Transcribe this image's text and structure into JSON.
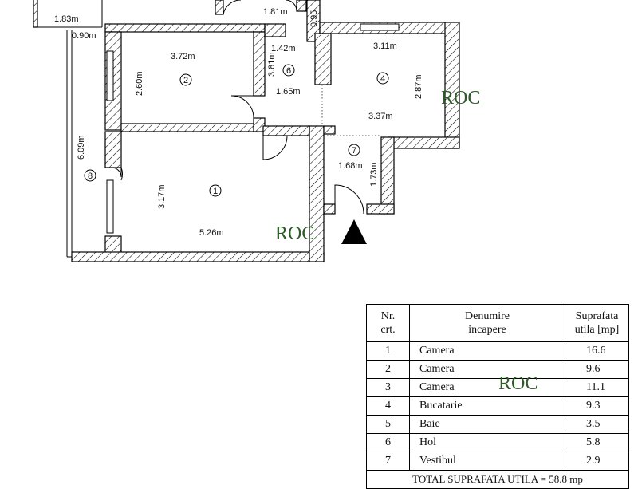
{
  "plan": {
    "dimensions": {
      "balcony_width": "1.83m",
      "balcony_depth": "0.90m",
      "room8_length": "6.09m",
      "hall_top_width": "1.81m",
      "hall_top_height": "0.95",
      "room2_width": "3.72m",
      "room2_height": "2.60m",
      "hol_height": "3.81m",
      "hol_width_top": "1.42m",
      "hol_width": "1.65m",
      "kitchen_width": "3.11m",
      "kitchen_height": "2.87m",
      "kitchen_width2": "3.37m",
      "vestibul_width": "1.68m",
      "vestibul_height": "1.73m",
      "room1_height": "3.17m",
      "room1_width": "5.26m"
    },
    "room_numbers": {
      "r1": "1",
      "r2": "2",
      "r4": "4",
      "r6": "6",
      "r7": "7",
      "r8": "8"
    },
    "watermark": "ROC"
  },
  "table": {
    "headers": {
      "nr": [
        "Nr.",
        "crt."
      ],
      "name": [
        "Denumire",
        "incapere"
      ],
      "area": [
        "Suprafata",
        "utila [mp]"
      ]
    },
    "rows": [
      {
        "nr": "1",
        "name": "Camera",
        "area": "16.6"
      },
      {
        "nr": "2",
        "name": "Camera",
        "area": "9.6"
      },
      {
        "nr": "3",
        "name": "Camera",
        "area": "11.1"
      },
      {
        "nr": "4",
        "name": "Bucatarie",
        "area": "9.3"
      },
      {
        "nr": "5",
        "name": "Baie",
        "area": "3.5"
      },
      {
        "nr": "6",
        "name": "Hol",
        "area": "5.8"
      },
      {
        "nr": "7",
        "name": "Vestibul",
        "area": "2.9"
      }
    ],
    "total": "TOTAL SUPRAFATA UTILA = 58.8 mp",
    "watermark": "ROC"
  }
}
